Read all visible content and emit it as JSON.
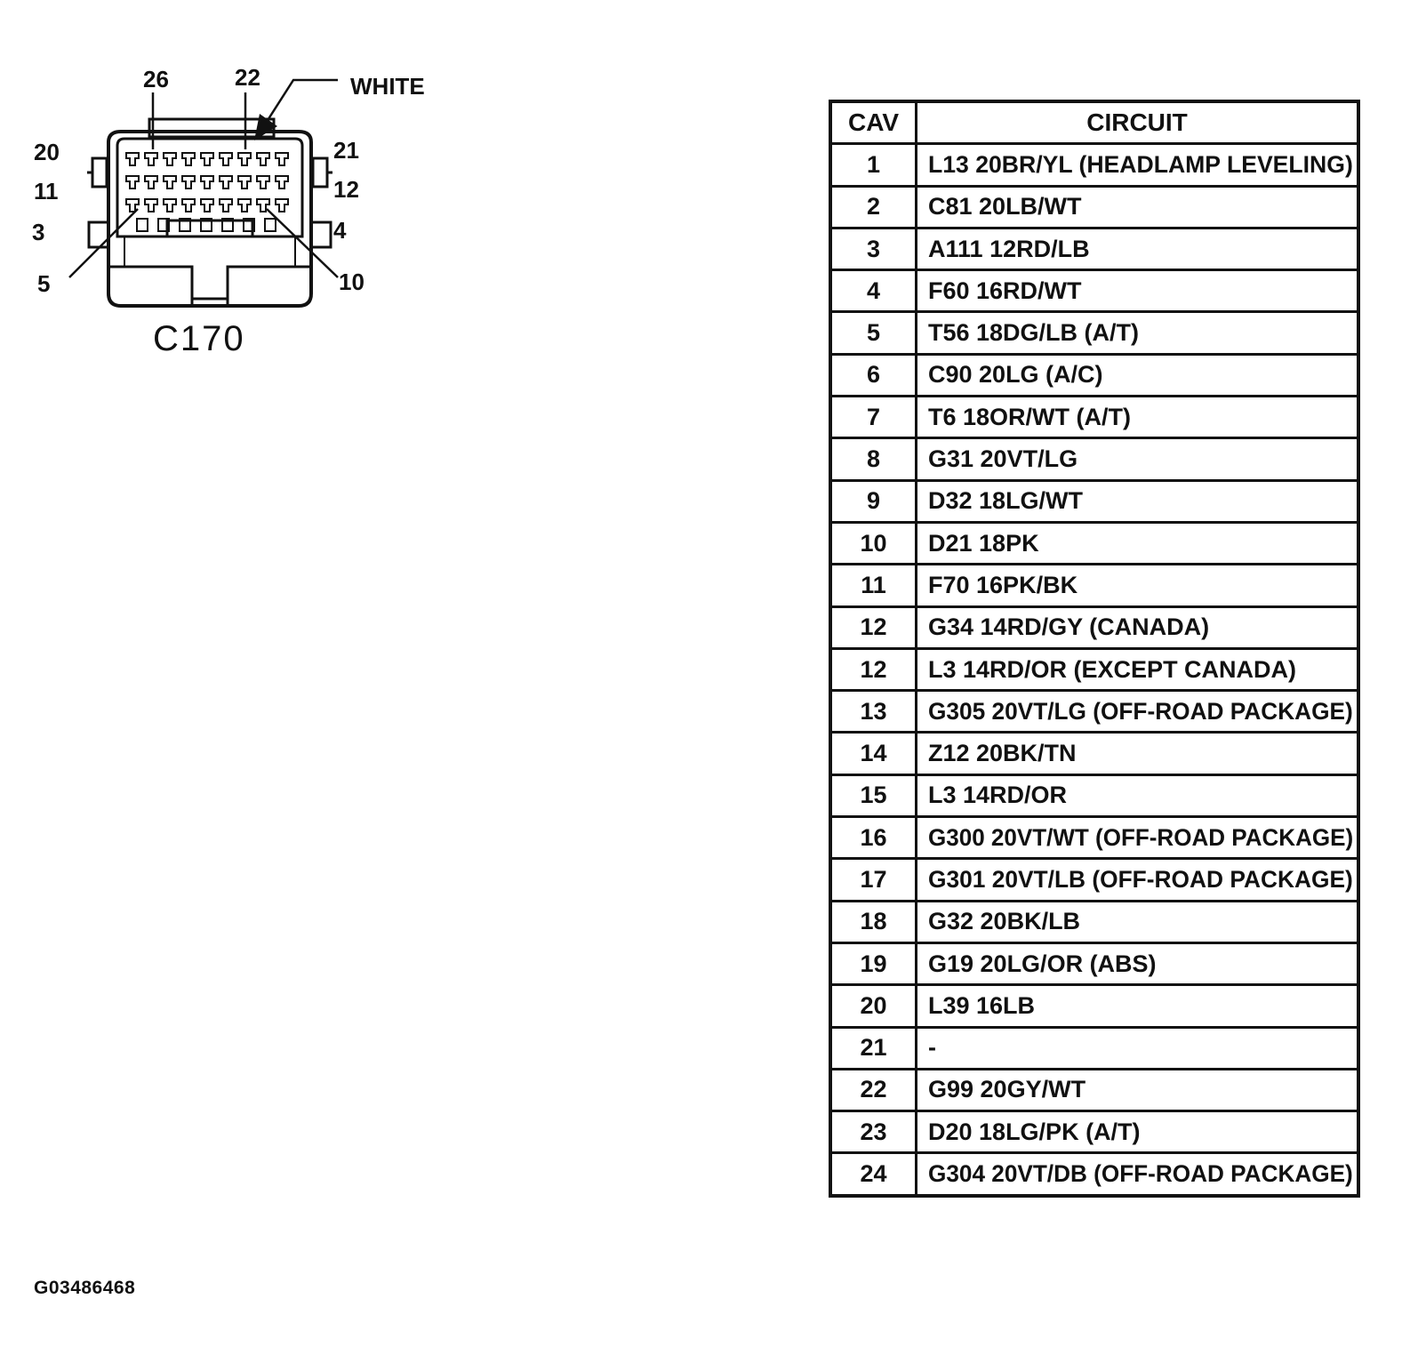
{
  "connector": {
    "name": "C170",
    "color_label": "WHITE",
    "pin_labels": [
      "26",
      "22",
      "20",
      "21",
      "11",
      "12",
      "3",
      "4",
      "5",
      "10"
    ]
  },
  "table": {
    "headers": {
      "cav": "CAV",
      "circuit": "CIRCUIT"
    },
    "rows": [
      {
        "cav": "1",
        "circuit": "L13 20BR/YL (HEADLAMP LEVELING)"
      },
      {
        "cav": "2",
        "circuit": "C81 20LB/WT"
      },
      {
        "cav": "3",
        "circuit": "A111 12RD/LB"
      },
      {
        "cav": "4",
        "circuit": "F60 16RD/WT"
      },
      {
        "cav": "5",
        "circuit": "T56 18DG/LB (A/T)"
      },
      {
        "cav": "6",
        "circuit": "C90 20LG (A/C)"
      },
      {
        "cav": "7",
        "circuit": "T6 18OR/WT (A/T)"
      },
      {
        "cav": "8",
        "circuit": "G31 20VT/LG"
      },
      {
        "cav": "9",
        "circuit": "D32 18LG/WT"
      },
      {
        "cav": "10",
        "circuit": "D21 18PK"
      },
      {
        "cav": "11",
        "circuit": "F70 16PK/BK"
      },
      {
        "cav": "12",
        "circuit": "G34 14RD/GY (CANADA)"
      },
      {
        "cav": "12",
        "circuit": "L3 14RD/OR (EXCEPT CANADA)"
      },
      {
        "cav": "13",
        "circuit": "G305 20VT/LG (OFF-ROAD PACKAGE)"
      },
      {
        "cav": "14",
        "circuit": "Z12 20BK/TN"
      },
      {
        "cav": "15",
        "circuit": "L3 14RD/OR"
      },
      {
        "cav": "16",
        "circuit": "G300 20VT/WT (OFF-ROAD PACKAGE)"
      },
      {
        "cav": "17",
        "circuit": "G301 20VT/LB (OFF-ROAD PACKAGE)"
      },
      {
        "cav": "18",
        "circuit": "G32 20BK/LB"
      },
      {
        "cav": "19",
        "circuit": "G19 20LG/OR (ABS)"
      },
      {
        "cav": "20",
        "circuit": "L39 16LB"
      },
      {
        "cav": "21",
        "circuit": "-"
      },
      {
        "cav": "22",
        "circuit": "G99 20GY/WT"
      },
      {
        "cav": "23",
        "circuit": "D20 18LG/PK (A/T)"
      },
      {
        "cav": "24",
        "circuit": "G304 20VT/DB (OFF-ROAD PACKAGE)"
      }
    ]
  },
  "figure_id": "G03486468"
}
